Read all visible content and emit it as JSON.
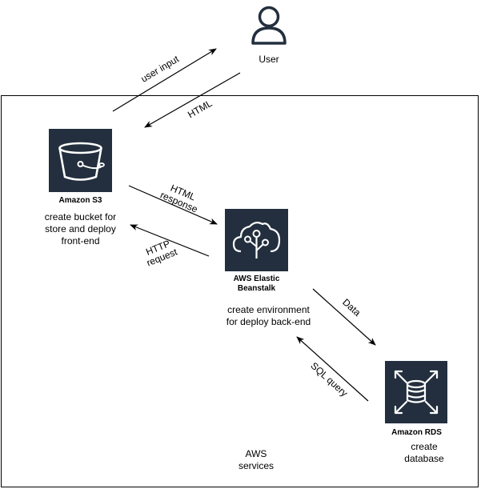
{
  "user": {
    "label": "User",
    "icon": "user-icon"
  },
  "aws_group": {
    "label_line1": "AWS",
    "label_line2": "services"
  },
  "s3": {
    "name": "Amazon S3",
    "icon": "s3-bucket-icon",
    "desc_line1": "create bucket for",
    "desc_line2": "store and deploy",
    "desc_line3": "front-end"
  },
  "beanstalk": {
    "name_line1": "AWS Elastic",
    "name_line2": "Beanstalk",
    "icon": "elastic-beanstalk-icon",
    "desc_line1": "create environment",
    "desc_line2": "for deploy back-end"
  },
  "rds": {
    "name": "Amazon RDS",
    "icon": "rds-database-icon",
    "desc_line1": "create",
    "desc_line2": "database"
  },
  "edges": {
    "user_input": "user input",
    "html": "HTML",
    "html_response_line1": "HTML",
    "html_response_line2": "response",
    "http_request_line1": "HTTP",
    "http_request_line2": "request",
    "data": "Data",
    "sql_query": "SQL query"
  },
  "colors": {
    "tile": "#232f3e",
    "line": "#000000",
    "icon_stroke": "#ffffff"
  }
}
